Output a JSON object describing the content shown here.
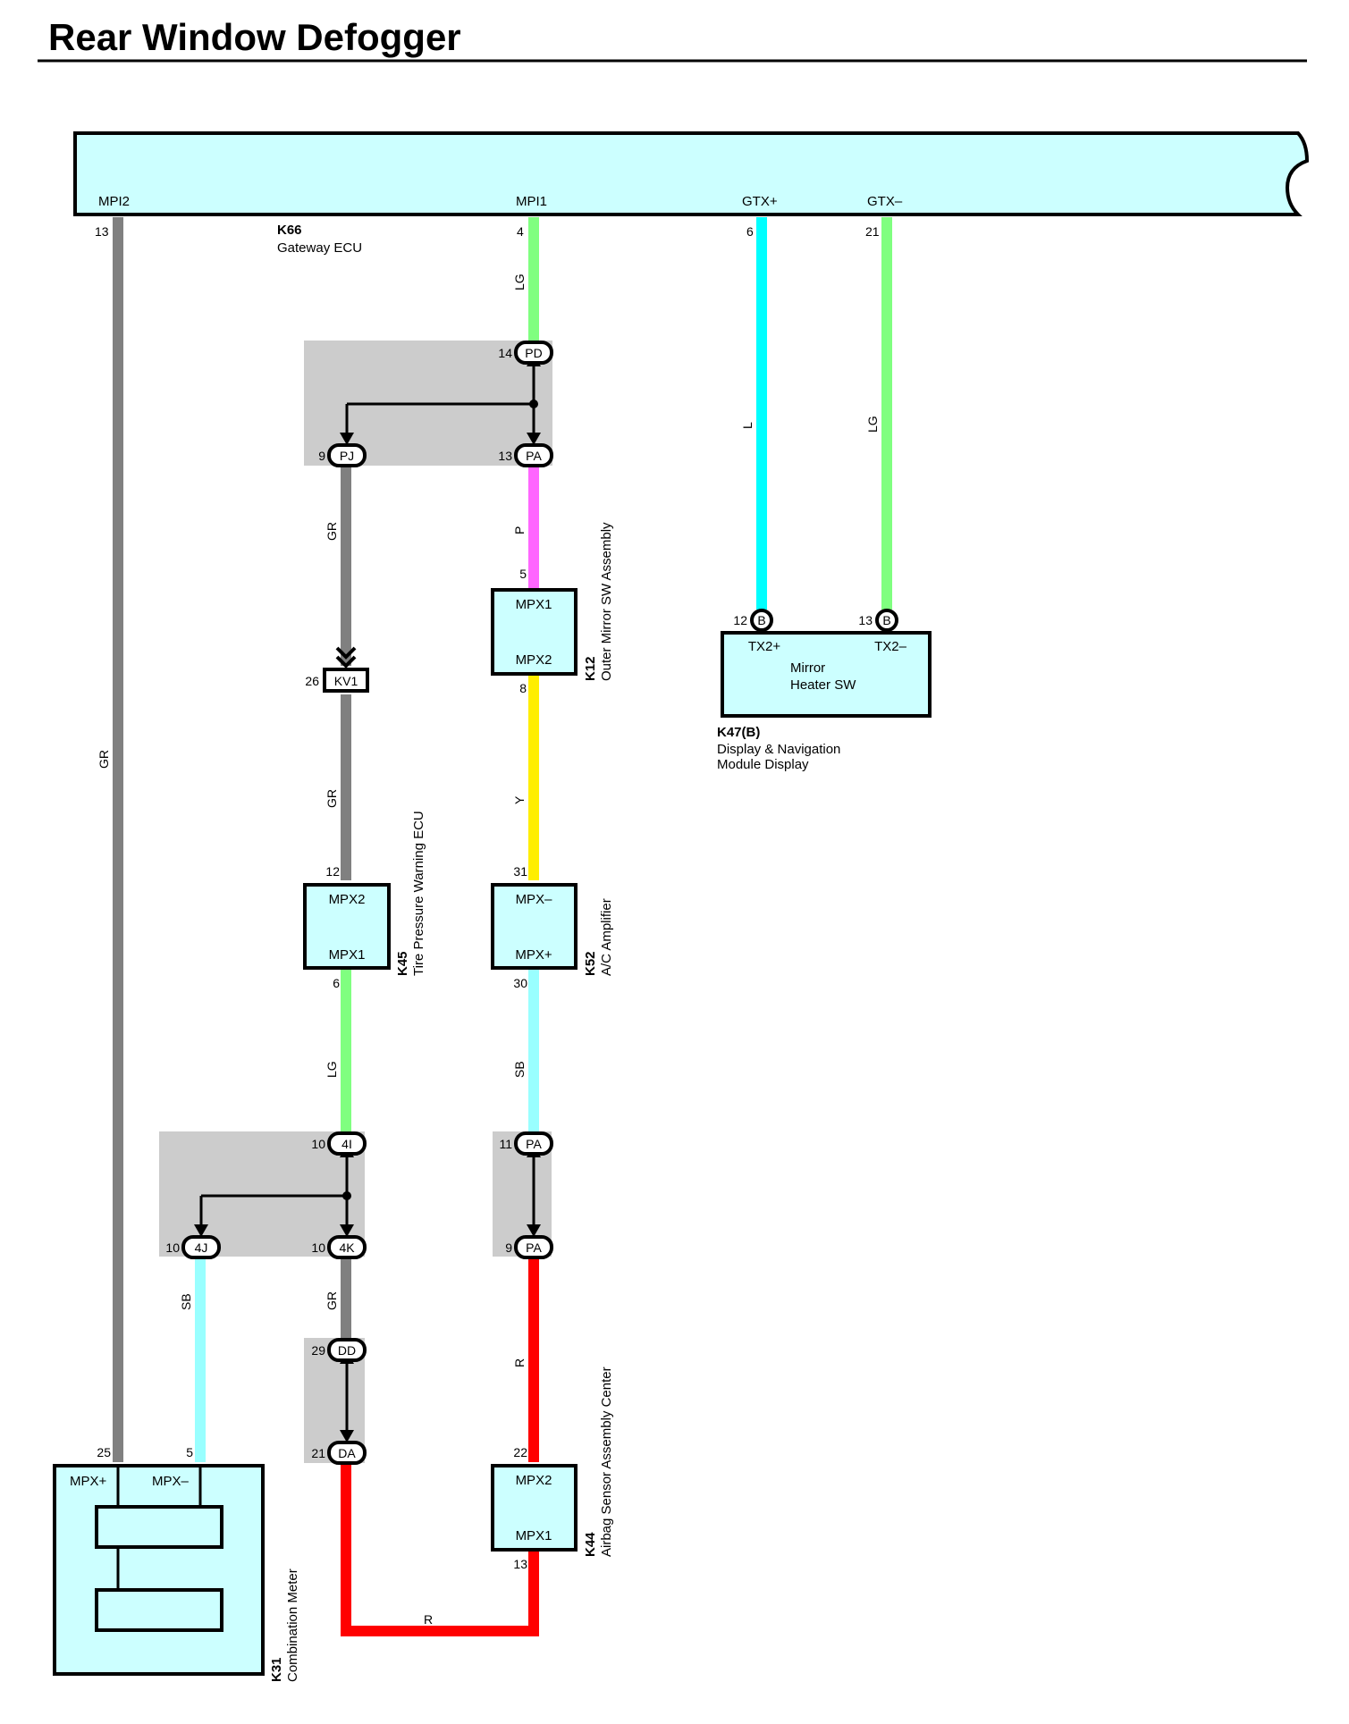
{
  "title": "Rear Window Defogger",
  "colors": {
    "component_fill": "#ccffff",
    "junction_fill": "#cccccc",
    "wire_GR": "#808080",
    "wire_LG": "#80ff80",
    "wire_L": "#00ffff",
    "wire_P": "#ff66ff",
    "wire_Y": "#ffee00",
    "wire_SB": "#99ffff",
    "wire_R": "#ff0000"
  },
  "components": {
    "gateway": {
      "code": "K66",
      "name": "Gateway ECU",
      "pins": [
        "MPI2",
        "MPI1",
        "GTX+",
        "GTX–"
      ],
      "pin_numbers": [
        "13",
        "4",
        "6",
        "21"
      ]
    },
    "outer_mirror": {
      "code": "K12",
      "name": "Outer Mirror SW Assembly",
      "pins": [
        "MPX1",
        "MPX2"
      ],
      "pin_numbers": [
        "5",
        "8"
      ]
    },
    "mirror_heater": {
      "code": "K47(B)",
      "name_line1": "Display & Navigation",
      "name_line2": "Module Display",
      "inner_line1": "Mirror",
      "inner_line2": "Heater SW",
      "pins": [
        "TX2+",
        "TX2–"
      ],
      "pin_numbers": [
        "12",
        "13"
      ],
      "connector": "B"
    },
    "tire_pressure": {
      "code": "K45",
      "name": "Tire Pressure Warning ECU",
      "pins": [
        "MPX2",
        "MPX1"
      ],
      "pin_numbers": [
        "12",
        "6"
      ]
    },
    "ac_amplifier": {
      "code": "K52",
      "name": "A/C Amplifier",
      "pins": [
        "MPX–",
        "MPX+"
      ],
      "pin_numbers": [
        "31",
        "30"
      ]
    },
    "airbag": {
      "code": "K44",
      "name": "Airbag Sensor Assembly Center",
      "pins": [
        "MPX2",
        "MPX1"
      ],
      "pin_numbers": [
        "22",
        "13"
      ]
    },
    "combination_meter": {
      "code": "K31",
      "name": "Combination Meter",
      "pins": [
        "MPX+",
        "MPX–"
      ],
      "pin_numbers": [
        "25",
        "5"
      ]
    }
  },
  "connectors": {
    "pd": {
      "code": "PD",
      "pin": "14"
    },
    "pj": {
      "code": "PJ",
      "pin": "9"
    },
    "pa_top": {
      "code": "PA",
      "pin": "13"
    },
    "kv1": {
      "code": "KV1",
      "pin": "26"
    },
    "c4i": {
      "code": "4I",
      "pin": "10"
    },
    "c4j": {
      "code": "4J",
      "pin": "10"
    },
    "c4k": {
      "code": "4K",
      "pin": "10"
    },
    "pa_mid": {
      "code": "PA",
      "pin": "11"
    },
    "pa_low": {
      "code": "PA",
      "pin": "9"
    },
    "dd": {
      "code": "DD",
      "pin": "29"
    },
    "da": {
      "code": "DA",
      "pin": "21"
    }
  },
  "wire_labels": {
    "mpi2": "GR",
    "mpi1": "LG",
    "gtx_plus": "L",
    "gtx_minus": "LG",
    "pj_kv1": "GR",
    "kv1_k45": "GR",
    "pa_k12": "P",
    "k12_k52": "Y",
    "k45_4i": "LG",
    "k52_pa": "SB",
    "c4j_k31": "SB",
    "c4k_dd": "GR",
    "pa_k44": "R",
    "da_k44": "R"
  }
}
